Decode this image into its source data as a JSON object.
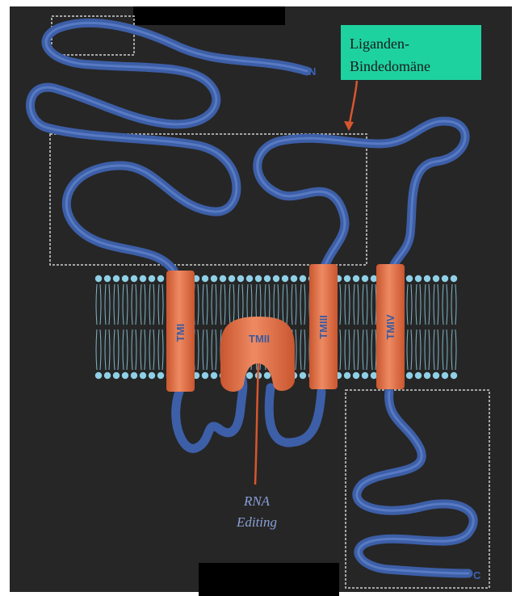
{
  "colors": {
    "background": "#262626",
    "frame": "#ffffff",
    "chain": "#3d5fa8",
    "chain_highlight": "#6f8fd8",
    "helix": "#e0704a",
    "lipid": "#8fd0e6",
    "callout_fill": "#1ed2a0",
    "arrow": "#d8562e",
    "box_outline": "#cfcfcf",
    "redaction": "#000000"
  },
  "labels": {
    "n_terminus": "N",
    "c_terminus": "C",
    "tm1": "TMI",
    "tm2": "TMII",
    "tm3": "TMIII",
    "tm4": "TMIV",
    "ligand_domain_line1": "Liganden-",
    "ligand_domain_line2": "Bindedomäne",
    "rna_line1": "RNA",
    "rna_line2": "Editing"
  }
}
